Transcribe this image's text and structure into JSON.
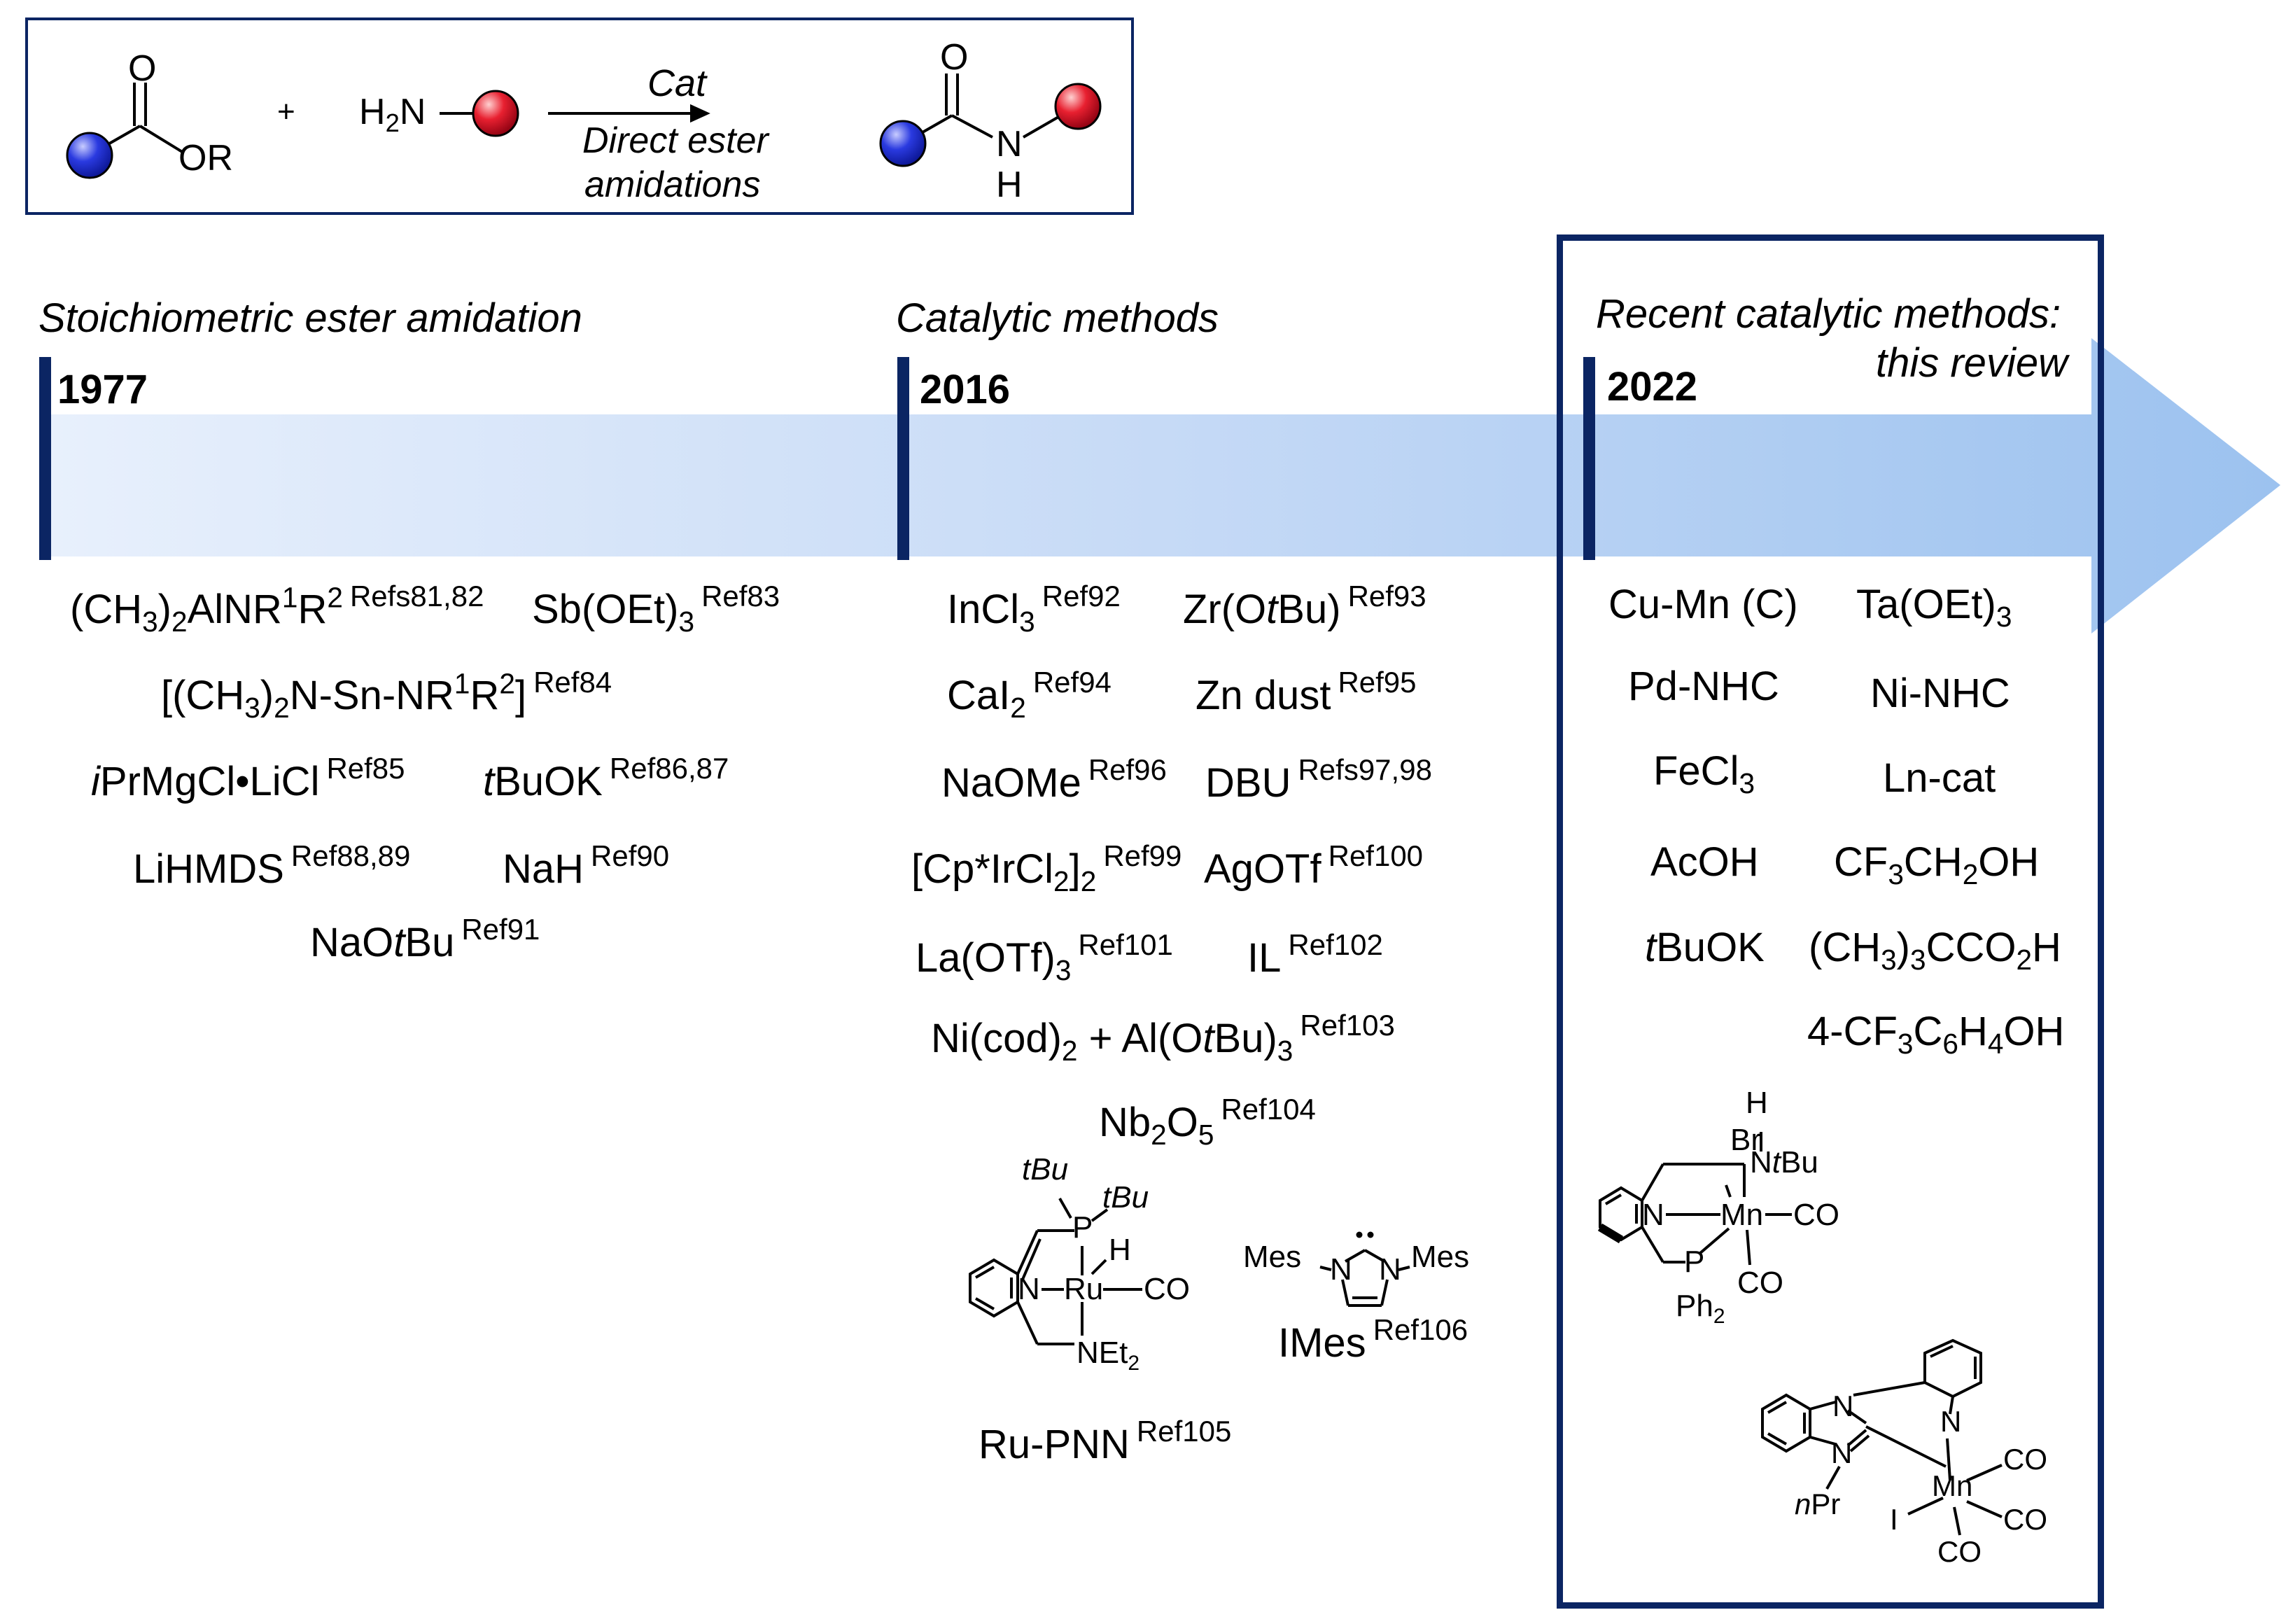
{
  "header_scheme": {
    "reactant1_oxygen": "O",
    "reactant1_group": "OR",
    "plus": "+",
    "amine_h": "H",
    "amine_sub": "2",
    "amine_n": "N",
    "catalyst_label": "Cat",
    "arrow_label_line1": "Direct ester",
    "arrow_label_line2": "amidations",
    "product_oxygen": "O",
    "product_n": "N",
    "product_h": "H"
  },
  "timeline": {
    "eras": [
      {
        "label": "Stoichiometric ester amidation",
        "year": "1977"
      },
      {
        "label": "Catalytic methods",
        "year": "2016"
      },
      {
        "label_line1": "Recent catalytic methods:",
        "label_line2": "this review",
        "year": "2022"
      }
    ]
  },
  "stoich": {
    "r1": {
      "ref": "Refs81,82"
    },
    "r2": {
      "ref": "Ref83"
    },
    "r3": {
      "ref": "Ref84"
    },
    "r4": {
      "ref": "Ref85"
    },
    "r5": {
      "ref": "Ref86,87"
    },
    "r6": {
      "ref": "Ref88,89"
    },
    "r7": {
      "ref": "Ref90"
    },
    "r8": {
      "ref": "Ref91"
    }
  },
  "catalytic": {
    "c1": {
      "ref": "Ref92"
    },
    "c2": {
      "ref": "Ref93"
    },
    "c3": {
      "ref": "Ref94"
    },
    "c4": {
      "text": "Zn dust",
      "ref": "Ref95"
    },
    "c5": {
      "text": "NaOMe",
      "ref": "Ref96"
    },
    "c6": {
      "text": "DBU",
      "ref": "Refs97,98"
    },
    "c7": {
      "ref": "Ref99"
    },
    "c8": {
      "text": "AgOTf",
      "ref": "Ref100"
    },
    "c9": {
      "ref": "Ref101"
    },
    "c10": {
      "text": "IL",
      "ref": "Ref102"
    },
    "c11": {
      "ref": "Ref103"
    },
    "c12": {
      "ref": "Ref104"
    },
    "ru_pnn": {
      "name": "Ru-PNN",
      "ref": "Ref105"
    },
    "imes": {
      "name": "IMes",
      "ref": "Ref106"
    }
  },
  "recent": {
    "items": [
      "Cu-Mn (C)",
      "Pd-NHC",
      "Ni-NHC",
      "Ln-cat",
      "AcOH",
      "tBuOK"
    ],
    "ta": "Ta(OEt)",
    "fecl": "FeCl"
  },
  "structures": {
    "ru": {
      "tbu": "tBu",
      "p": "P",
      "h": "H",
      "n": "N",
      "ru": "Ru",
      "co": "CO",
      "net": "NEt"
    },
    "imes": {
      "mes": "Mes",
      "n": "N"
    },
    "mn1": {
      "h": "H",
      "br": "Br",
      "ntbu": "NtBu",
      "n": "N",
      "mn": "Mn",
      "co": "CO",
      "p": "P",
      "ph": "Ph"
    },
    "mn2": {
      "n": "N",
      "npr": "nPr",
      "mn": "Mn",
      "co": "CO",
      "i": "I"
    }
  },
  "colors": {
    "navy": "#0b2563",
    "blue_ball": "#1f2fd6",
    "red_ball": "#e01e2a"
  }
}
